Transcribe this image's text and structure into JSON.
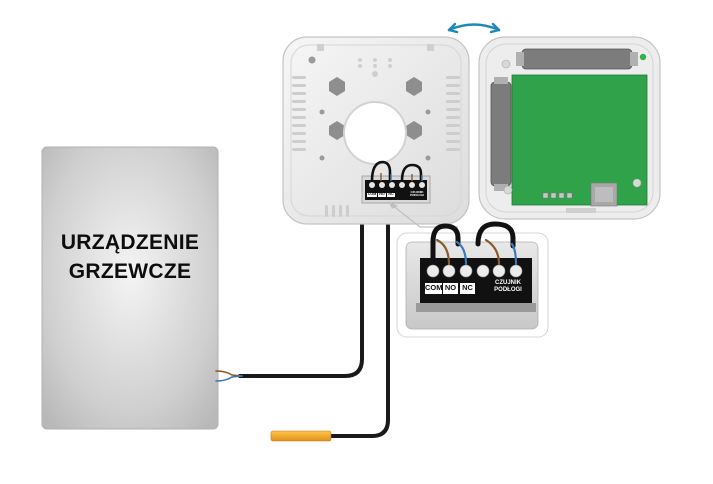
{
  "heater": {
    "line1": "URZĄDZENIE",
    "line2": "GRZEWCZE"
  },
  "terminals": {
    "com": "COM",
    "no": "NO",
    "nc": "NC",
    "sensor_line1": "CZUJNIK",
    "sensor_line2": "PODŁOGI"
  },
  "colors": {
    "heater_box": "#c9c9c9",
    "backplate": "#ececec",
    "pcb": "#2fa24a",
    "arrow": "#1e88b7",
    "cable": "#1a1a1a",
    "probe": "#f2a52a",
    "wire_brown": "#8a5a2b",
    "wire_blue": "#3b79b8"
  },
  "icons": [
    "rotate-arrow-icon",
    "led-indicator-icon"
  ]
}
